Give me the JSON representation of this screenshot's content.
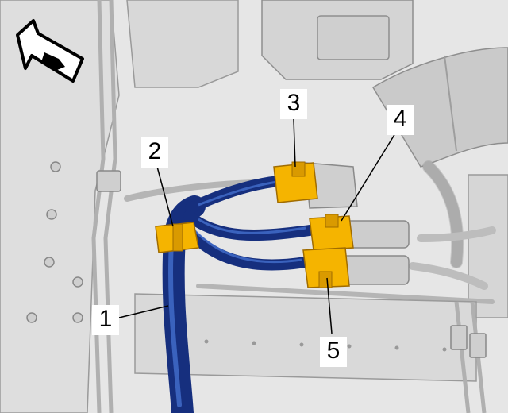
{
  "diagram": {
    "callouts": [
      {
        "id": "1",
        "label": "1"
      },
      {
        "id": "2",
        "label": "2"
      },
      {
        "id": "3",
        "label": "3"
      },
      {
        "id": "4",
        "label": "4"
      },
      {
        "id": "5",
        "label": "5"
      }
    ],
    "colors": {
      "hose": "#1f3e9c",
      "hose_highlight": "#4a78d8",
      "clip": "#f5b400",
      "clip_shade": "#c98700",
      "line_art": "#9a9a9a",
      "panel": "#dcdcdc",
      "background": "#e8e8e8"
    },
    "icons": {
      "direction": "vehicle-front-arrow-icon"
    }
  }
}
